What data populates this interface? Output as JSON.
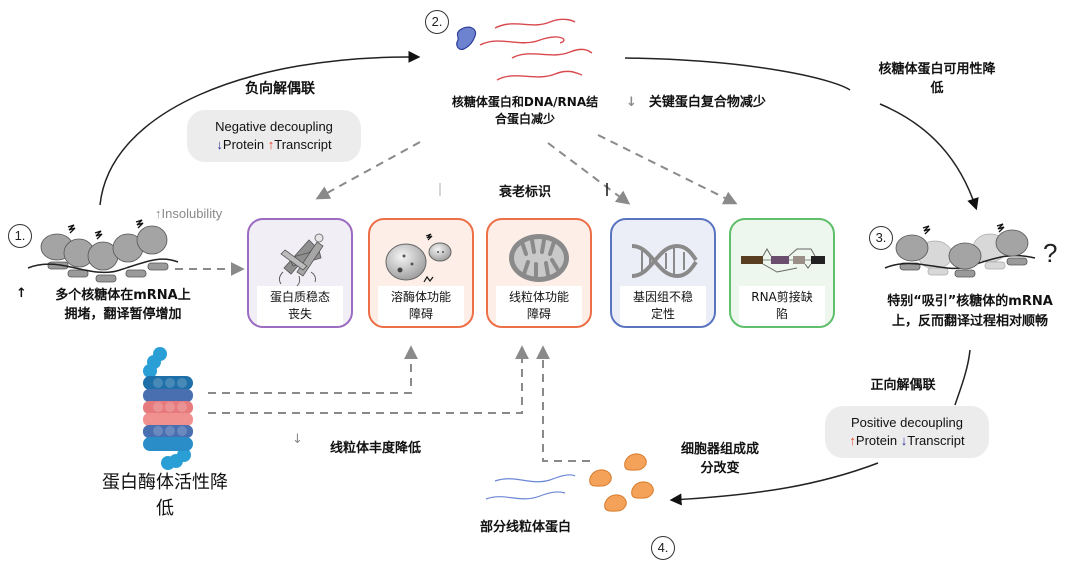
{
  "colors": {
    "protein_card_border": "#9b6cc0",
    "protein_card_bg": "#f1eef6",
    "lysosome_card_border": "#ec6f48",
    "lysosome_card_bg": "#fdeee8",
    "mito_card_border": "#ec6f48",
    "mito_card_bg": "#fdeee8",
    "genome_card_border": "#5b74c0",
    "genome_card_bg": "#eceef7",
    "rna_card_border": "#5fbf6a",
    "rna_card_bg": "#eef7ee",
    "arrow_blue": "#2b2f9a",
    "arrow_red": "#e8452a",
    "transcript_red": "#d94a4f",
    "transcript_blue": "#6b86d6",
    "dashed_gray": "#8a8a8a"
  },
  "steps": {
    "step1": "1.",
    "step2": "2.",
    "step3": "3.",
    "step4": "4."
  },
  "top": {
    "label_line1": "核糖体蛋白和DNA/RNA结",
    "label_line2": "合蛋白减少",
    "key_complex": "关键蛋白复合物减少",
    "key_complex_arrow": "↓"
  },
  "negative": {
    "title": "负向解偶联",
    "pill_title": "Negative decoupling",
    "protein_arrow": "↓",
    "protein": "Protein",
    "transcript_arrow": "↑",
    "transcript": "Transcript"
  },
  "right_top": {
    "line1": "核糖体蛋白可用性降",
    "line2": "低"
  },
  "left": {
    "insolubility_arrow": "↑",
    "insolubility": "Insolubility",
    "arrow": "↑",
    "line1": "多个核糖体在mRNA上",
    "line2": "拥堵，翻译暂停增加"
  },
  "hallmarks": {
    "title": "衰老标识",
    "cards": [
      {
        "line1": "蛋白质稳态",
        "line2": "丧失",
        "icon": "protein-aggregate-icon"
      },
      {
        "line1": "溶酶体功能",
        "line2": "障碍",
        "icon": "lysosome-icon"
      },
      {
        "line1": "线粒体功能",
        "line2": "障碍",
        "icon": "mitochondrion-icon"
      },
      {
        "line1": "基因组不稳",
        "line2": "定性",
        "icon": "dna-helix-icon"
      },
      {
        "line1": "RNA剪接缺",
        "line2": "陷",
        "icon": "rna-splicing-icon"
      }
    ]
  },
  "right": {
    "question": "?",
    "line1": "特别“吸引”核糖体的mRNA",
    "line2": "上，反而翻译过程相对顺畅"
  },
  "positive": {
    "title": "正向解偶联",
    "pill_title": "Positive decoupling",
    "protein_arrow": "↑",
    "protein": "Protein",
    "transcript_arrow": "↓",
    "transcript": "Transcript"
  },
  "proteasome": {
    "line1": "蛋白酶体活性降",
    "line2": "低"
  },
  "mito_abundance": {
    "arrow": "↓",
    "label": "线粒体丰度降低"
  },
  "organelle": {
    "line1": "细胞器组成成",
    "line2": "分改变"
  },
  "partial_mito": {
    "label": "部分线粒体蛋白"
  }
}
